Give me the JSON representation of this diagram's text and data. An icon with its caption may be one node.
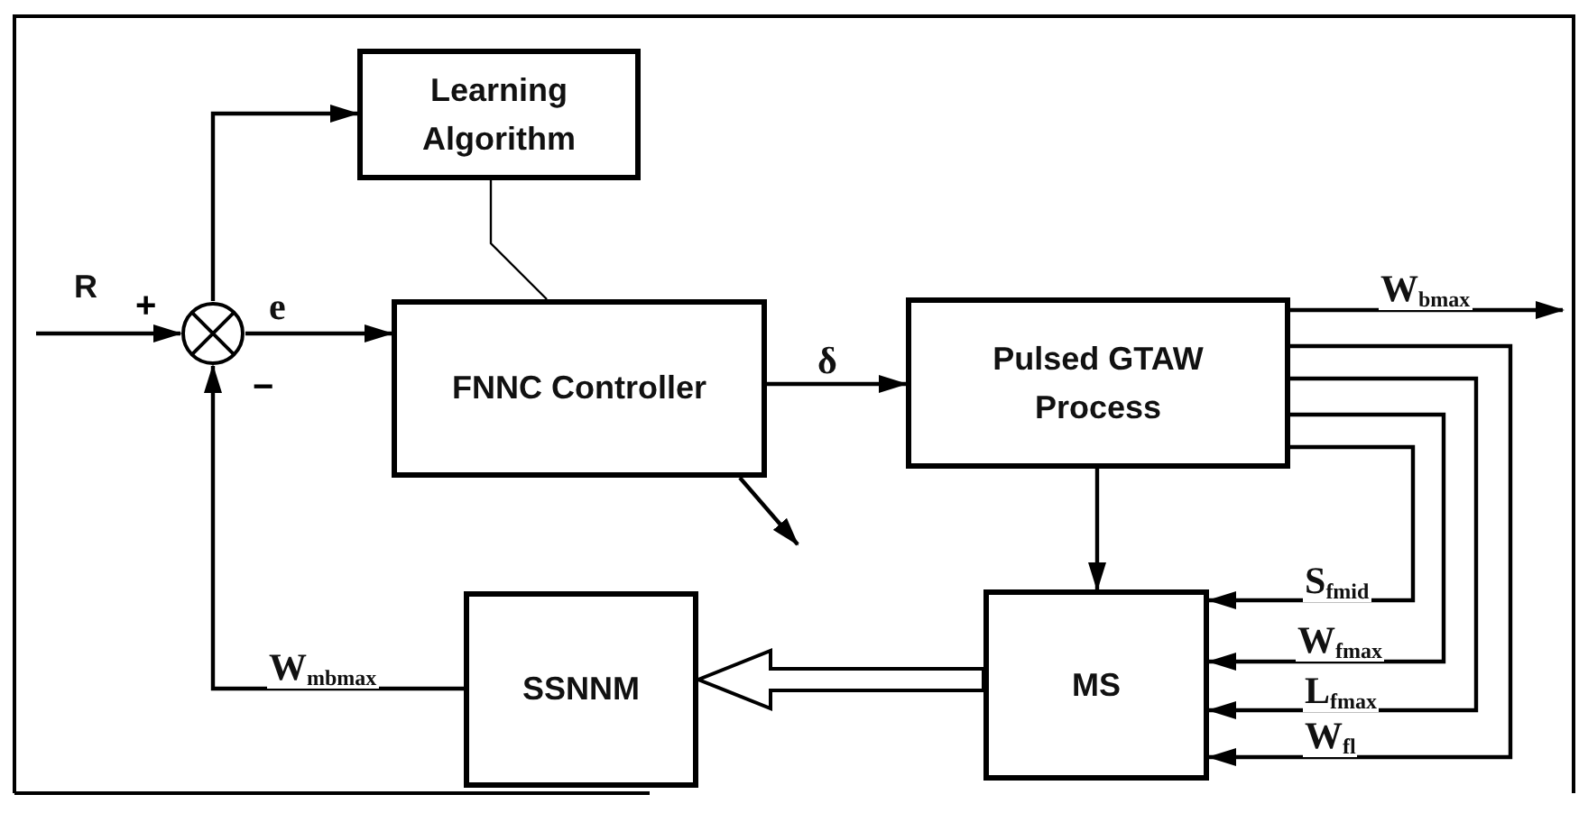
{
  "diagram": {
    "nodes": [
      {
        "text": [
          "Learning Algorithm"
        ]
      },
      {
        "text": [
          "FNNC Controller"
        ]
      },
      {
        "text": [
          "Pulsed GTAW Process"
        ]
      },
      {
        "text": [
          "MS"
        ]
      },
      {
        "text": [
          "SSNNM"
        ]
      },
      {
        "text": [],
        "shape": "circle"
      }
    ],
    "edges": [
      {
        "from": null,
        "to": 5,
        "arrow": "to",
        "label": "R"
      },
      {
        "from": 5,
        "to": 0,
        "arrow": "to"
      },
      {
        "from": 5,
        "to": 1,
        "arrow": "to",
        "label": "e"
      },
      {
        "from": 0,
        "to": 1,
        "arrow": "none"
      },
      {
        "from": 1,
        "to": 2,
        "arrow": "to",
        "label": "δ"
      },
      {
        "from": 1,
        "to": null,
        "arrow": "to"
      },
      {
        "from": 2,
        "to": null,
        "arrow": "to",
        "label": "W$_{bmax}$"
      },
      {
        "from": 2,
        "to": 3,
        "arrow": "to"
      },
      {
        "from": 2,
        "to": 3,
        "arrow": "to",
        "label": "S$_{fmid}$"
      },
      {
        "from": 2,
        "to": 3,
        "arrow": "to",
        "label": "W$_{fmax}$"
      },
      {
        "from": 2,
        "to": 3,
        "arrow": "to",
        "label": "L$_{fmax}$"
      },
      {
        "from": 2,
        "to": 3,
        "arrow": "to",
        "label": "W$_{fl}$"
      },
      {
        "from": 3,
        "to": 4,
        "arrow": "to",
        "style": "thick"
      },
      {
        "from": 4,
        "to": 5,
        "arrow": "to",
        "label": "W$_{mbmax}$"
      }
    ],
    "labels": [
      "+",
      "−"
    ]
  }
}
